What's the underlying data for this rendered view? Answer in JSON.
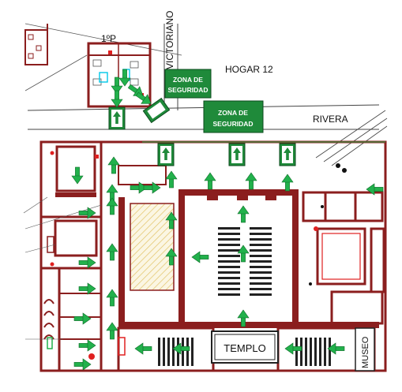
{
  "labels": {
    "floor": "1ºP",
    "street_vertical": "VICTORIANO",
    "street_hogar": "HOGAR 12",
    "street_rivera": "RIVERA",
    "temple": "TEMPLO",
    "museum": "MUSEO"
  },
  "signs": [
    {
      "line1": "ZONA DE",
      "line2": "SEGURIDAD"
    },
    {
      "line1": "ZONA DE",
      "line2": "SEGURIDAD"
    }
  ],
  "colors": {
    "wall": "#8b1e1e",
    "arrow": "#22b14c",
    "sign_bg": "#1f8a3a",
    "hatch": "#e2c46a",
    "red_mark": "#e02020",
    "cyan": "#00c8e8"
  }
}
